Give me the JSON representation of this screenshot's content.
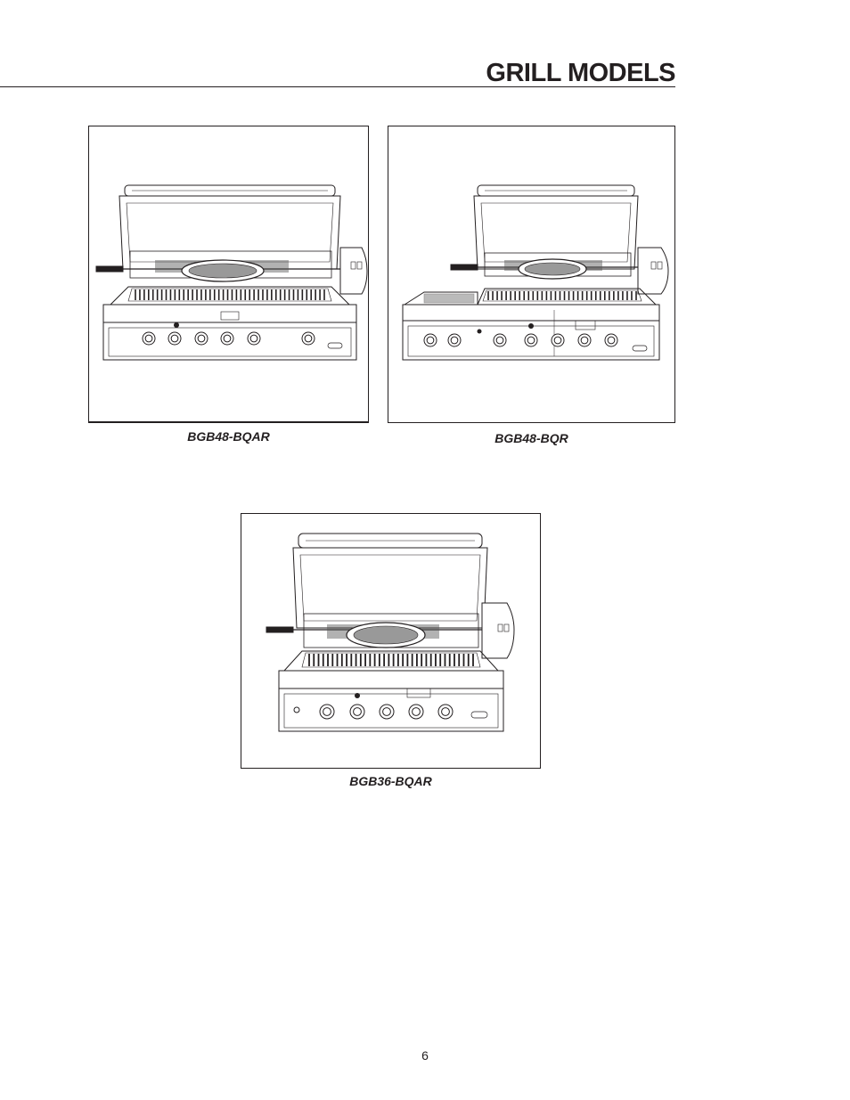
{
  "page": {
    "title": "GRILL MODELS",
    "page_number": "6"
  },
  "figures": [
    {
      "model": "BGB48-BQAR"
    },
    {
      "model": "BGB48-BQR"
    },
    {
      "model": "BGB36-BQAR"
    }
  ]
}
